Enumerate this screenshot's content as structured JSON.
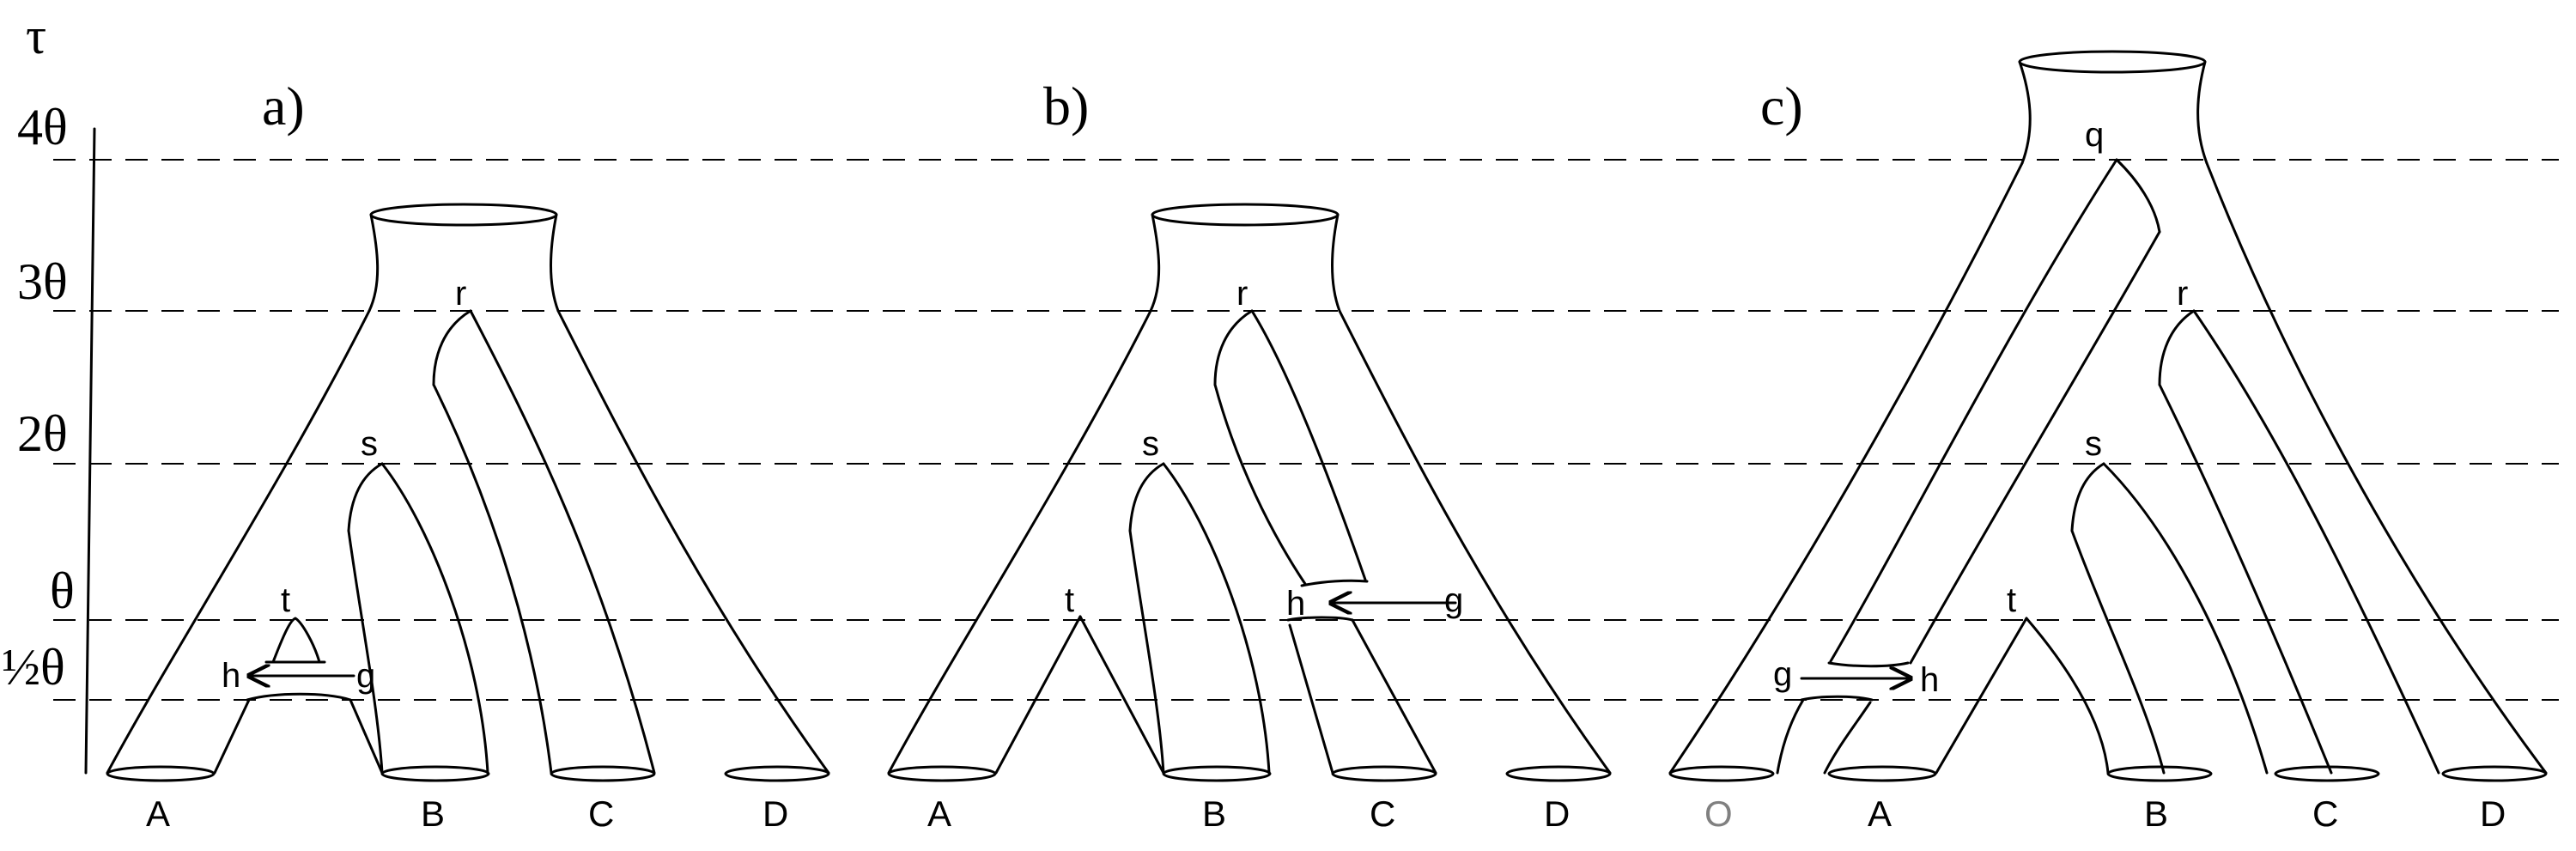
{
  "axis": {
    "label": "τ",
    "ticks": [
      "4θ",
      "3θ",
      "2θ",
      "θ",
      "½θ"
    ]
  },
  "panels": [
    {
      "id": "a",
      "label": "a)",
      "tips": [
        "A",
        "B",
        "C",
        "D"
      ],
      "nodes": [
        "r",
        "s",
        "t"
      ],
      "introgression": {
        "from": "g",
        "to": "h"
      }
    },
    {
      "id": "b",
      "label": "b)",
      "tips": [
        "A",
        "B",
        "C",
        "D"
      ],
      "nodes": [
        "r",
        "s",
        "t"
      ],
      "introgression": {
        "from": "g",
        "to": "h"
      }
    },
    {
      "id": "c",
      "label": "c)",
      "tips": [
        "O",
        "A",
        "B",
        "C",
        "D"
      ],
      "nodes": [
        "q",
        "r",
        "s",
        "t"
      ],
      "introgression": {
        "from": "g",
        "to": "h"
      }
    }
  ],
  "colors": {
    "ink": "#000000",
    "outgroup": "#808080"
  }
}
